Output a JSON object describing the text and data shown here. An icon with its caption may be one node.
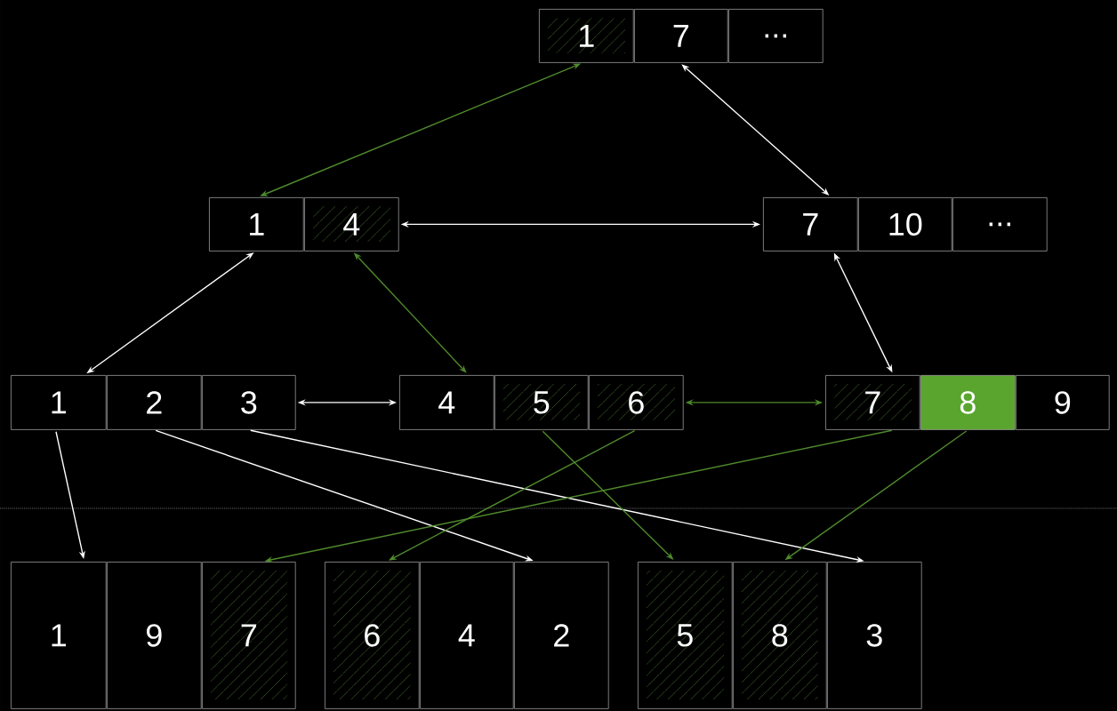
{
  "diagram": {
    "nodes": [
      {
        "text": [
          "1"
        ]
      },
      {
        "text": [
          "7"
        ]
      },
      {
        "text": [
          "..."
        ]
      },
      {
        "text": [
          "1"
        ]
      },
      {
        "text": [
          "4"
        ]
      },
      {
        "text": [
          "7"
        ]
      },
      {
        "text": [
          "10"
        ]
      },
      {
        "text": [
          "..."
        ]
      },
      {
        "text": [
          "1"
        ]
      },
      {
        "text": [
          "2"
        ]
      },
      {
        "text": [
          "3"
        ]
      },
      {
        "text": [
          "4"
        ]
      },
      {
        "text": [
          "5"
        ]
      },
      {
        "text": [
          "6"
        ]
      },
      {
        "text": [
          "7"
        ]
      },
      {
        "text": [
          "8"
        ]
      },
      {
        "text": [
          "9"
        ]
      },
      {
        "text": [
          "1"
        ]
      },
      {
        "text": [
          "9"
        ]
      },
      {
        "text": [
          "7"
        ]
      },
      {
        "text": [
          "6"
        ]
      },
      {
        "text": [
          "4"
        ]
      },
      {
        "text": [
          "2"
        ]
      },
      {
        "text": [
          "5"
        ]
      },
      {
        "text": [
          "8"
        ]
      },
      {
        "text": [
          "3"
        ]
      }
    ],
    "edges": [
      {
        "from": 0,
        "to": 3,
        "arrow": "both",
        "color": "#4f8a2c"
      },
      {
        "from": 1,
        "to": 5,
        "arrow": "both"
      },
      {
        "from": 4,
        "to": 5,
        "arrow": "both"
      },
      {
        "from": 3,
        "to": 8,
        "arrow": "both"
      },
      {
        "from": 4,
        "to": 11,
        "arrow": "both",
        "color": "#4f8a2c"
      },
      {
        "from": 5,
        "to": 14,
        "arrow": "both"
      },
      {
        "from": 10,
        "to": 11,
        "arrow": "both"
      },
      {
        "from": 13,
        "to": 14,
        "arrow": "both",
        "color": "#4f8a2c"
      },
      {
        "from": 8,
        "to": 17,
        "arrow": "to"
      },
      {
        "from": 9,
        "to": 22,
        "arrow": "to"
      },
      {
        "from": 10,
        "to": 25,
        "arrow": "to"
      },
      {
        "from": 12,
        "to": 23,
        "arrow": "to",
        "color": "#4f8a2c"
      },
      {
        "from": 13,
        "to": 20,
        "arrow": "to",
        "color": "#4f8a2c"
      },
      {
        "from": 14,
        "to": 19,
        "arrow": "to",
        "color": "#4f8a2c"
      },
      {
        "from": 15,
        "to": 24,
        "arrow": "to",
        "color": "#4f8a2c"
      }
    ]
  }
}
